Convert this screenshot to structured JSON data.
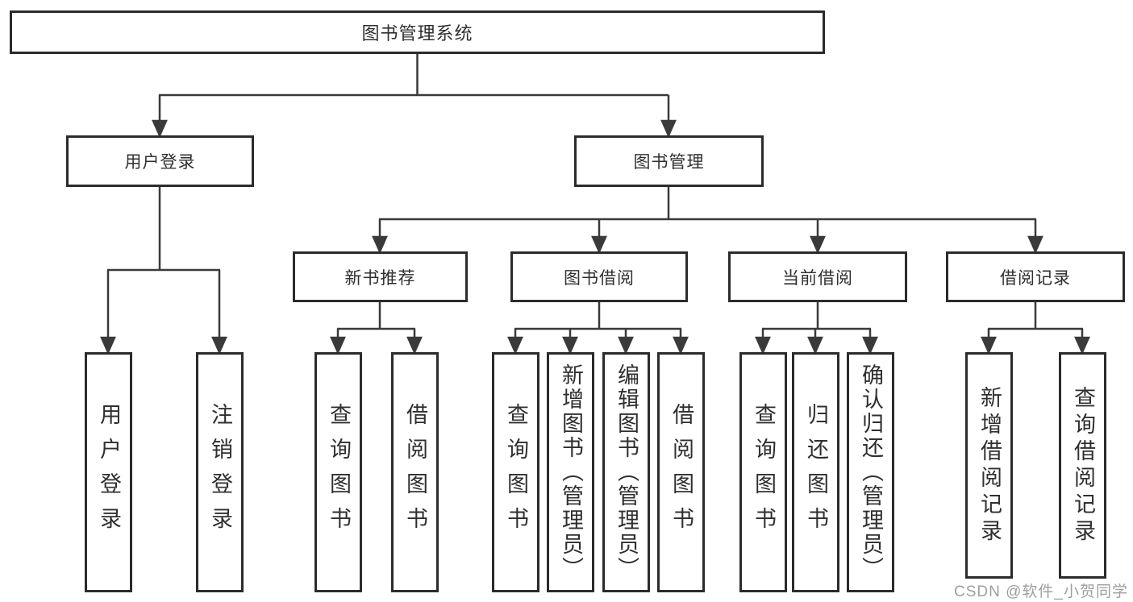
{
  "diagram": {
    "root": {
      "label": "图书管理系统"
    },
    "branches": [
      {
        "label": "用户登录",
        "children": [
          {
            "label": "用户登录"
          },
          {
            "label": "注销登录"
          }
        ]
      },
      {
        "label": "图书管理",
        "groups": [
          {
            "label": "新书推荐",
            "children": [
              {
                "label": "查询图书"
              },
              {
                "label": "借阅图书"
              }
            ]
          },
          {
            "label": "图书借阅",
            "children": [
              {
                "label": "查询图书"
              },
              {
                "label": "新增图书（管理员）"
              },
              {
                "label": "编辑图书（管理员）"
              },
              {
                "label": "借阅图书"
              }
            ]
          },
          {
            "label": "当前借阅",
            "children": [
              {
                "label": "查询图书"
              },
              {
                "label": "归还图书"
              },
              {
                "label": "确认归还（管理员）"
              }
            ]
          },
          {
            "label": "借阅记录",
            "children": [
              {
                "label": "新增借阅记录"
              },
              {
                "label": "查询借阅记录"
              }
            ]
          }
        ]
      }
    ]
  },
  "watermark": {
    "text": "CSDN @软件_小贺同学"
  },
  "colors": {
    "line": "#3a3a3a",
    "box_border": "#2b2b2b",
    "text": "#2f2f2f",
    "watermark": "#9e9ea3",
    "background": "#ffffff"
  }
}
